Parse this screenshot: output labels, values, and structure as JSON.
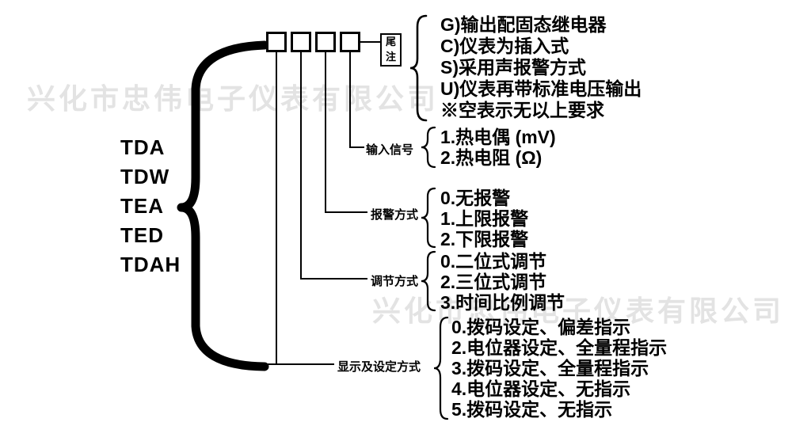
{
  "watermark": {
    "text": "兴化市忠伟电子仪表有限公司"
  },
  "models": {
    "items": [
      "TDA",
      "TDW",
      "TEA",
      "TED",
      "TDAH"
    ]
  },
  "suffix_group": {
    "label": "尾注",
    "items": [
      "G)输出配固态继电器",
      "C)仪表为插入式",
      "S)采用声报警方式",
      "U)仪表再带标准电压输出",
      "※空表示无以上要求"
    ]
  },
  "groups": [
    {
      "label": "输入信号",
      "items": [
        "1.热电偶 (mV)",
        "2.热电阻 (Ω)"
      ]
    },
    {
      "label": "报警方式",
      "items": [
        "0.无报警",
        "1.上限报警",
        "2.下限报警"
      ]
    },
    {
      "label": "调节方式",
      "items": [
        "0.二位式调节",
        "2.三位式调节",
        "3.时间比例调节"
      ]
    },
    {
      "label": "显示及设定方式",
      "items": [
        "0.拨码设定、偏差指示",
        "2.电位器设定、全量程指示",
        "3.拨码设定、全量程指示",
        "4.电位器设定、无指示",
        "5.拨码设定、无指示"
      ]
    }
  ]
}
